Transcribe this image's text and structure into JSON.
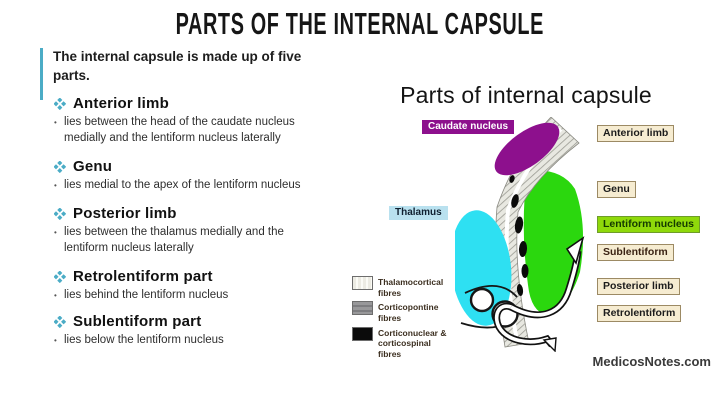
{
  "slide_title": "PARTS OF THE INTERNAL CAPSULE",
  "left_column": {
    "intro": "The internal capsule is made up of five parts.",
    "accent_color": "#4bacc6",
    "sections": [
      {
        "heading": "Anterior limb",
        "desc": "lies between the head of the caudate nucleus medially and the lentiform nucleus laterally"
      },
      {
        "heading": "Genu",
        "desc": "lies medial to the apex of the lentiform nucleus"
      },
      {
        "heading": "Posterior limb",
        "desc": "lies between the thalamus medially and the lentiform nucleus laterally"
      },
      {
        "heading": "Retrolentiform part",
        "desc": "lies behind the lentiform nucleus"
      },
      {
        "heading": "Sublentiform part",
        "desc": "lies below the lentiform nucleus"
      }
    ]
  },
  "diagram_panel": {
    "title": "Parts of internal capsule",
    "caudate_label": "Caudate nucleus",
    "thalamus_label": "Thalamus",
    "right_labels": [
      {
        "label": "Anterior limb",
        "highlight": false
      },
      {
        "label": "Genu",
        "highlight": false
      },
      {
        "label": "Lentiform nucleus",
        "highlight": true
      },
      {
        "label": "Sublentiform",
        "highlight": false
      },
      {
        "label": "Posterior limb",
        "highlight": false
      },
      {
        "label": "Retrolentiform",
        "highlight": false
      }
    ],
    "legend": [
      {
        "label": "Thalamocortical fibres",
        "swatch": "#ecebe3"
      },
      {
        "label": "Corticopontine fibres",
        "swatch": "#98989a"
      },
      {
        "label": "Corticonuclear & corticospinal fibres",
        "swatch": "#0b0b0b"
      }
    ],
    "watermark": "MedicosNotes.com",
    "colors": {
      "caudate_fill": "#8d108d",
      "thalamus_fill": "#2ee0f2",
      "lentiform_fill": "#2bd70e",
      "lentiform_label_bg": "#8fd90a",
      "label_box_bg": "#f6ecd1",
      "panel_top_pink": "#fbdbe7",
      "panel_orange": "#f2bd7e",
      "panel_salmon": "#ef9e6c"
    }
  }
}
